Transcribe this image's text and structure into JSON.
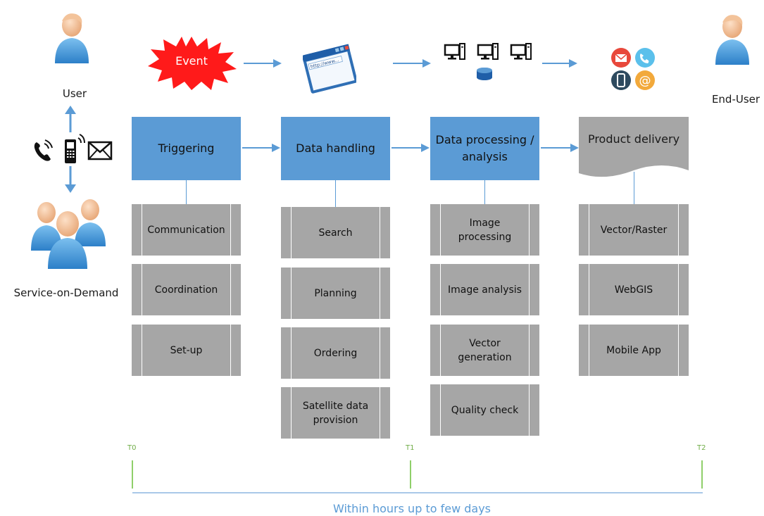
{
  "actors": {
    "user": "User",
    "end_user": "End-User",
    "service_on_demand": "Service-on-Demand"
  },
  "top_row": {
    "event": "Event",
    "browser_url": "http://www..."
  },
  "stages": [
    {
      "title": "Triggering",
      "items": [
        "Communication",
        "Coordination",
        "Set-up"
      ]
    },
    {
      "title": "Data handling",
      "items": [
        "Search",
        "Planning",
        "Ordering",
        "Satellite data provision"
      ]
    },
    {
      "title": "Data processing / analysis",
      "items": [
        "Image processing",
        "Image analysis",
        "Vector generation",
        "Quality check"
      ]
    },
    {
      "title": "Product delivery",
      "items": [
        "Vector/Raster",
        "WebGIS",
        "Mobile App"
      ]
    }
  ],
  "timeline": {
    "t0": "T0",
    "t1": "T1",
    "t2": "T2",
    "caption": "Within hours up to few days"
  },
  "colors": {
    "stage_fill": "#5b9bd5",
    "sub_fill": "#a6a6a6",
    "arrow": "#5b9bd5",
    "timeline_green": "#70ad47",
    "event_red": "#ff1a1a",
    "caption_blue": "#5b9bd5"
  },
  "icons": {
    "user": "user-icon",
    "end_user": "end-user-icon",
    "group": "group-icon",
    "phone": "phone-icon",
    "mobile": "mobile-phone-icon",
    "mail": "mail-icon",
    "browser": "browser-window-icon",
    "computers": "computer-network-icon",
    "delivery": "delivery-channels-icon"
  }
}
